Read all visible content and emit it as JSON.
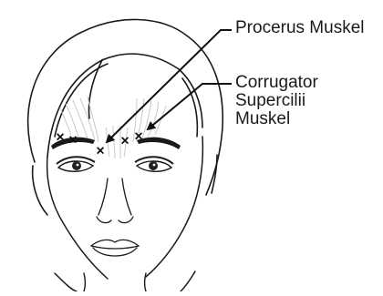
{
  "labels": {
    "procerus": "Procerus Muskel",
    "corrugator": [
      "Corrugator",
      "Supercilii",
      "Muskel"
    ]
  },
  "marker_glyph": "×",
  "colors": {
    "line": "#1a1a1a",
    "ink": "#111111",
    "muscle_shading": "#c9c9c9"
  }
}
